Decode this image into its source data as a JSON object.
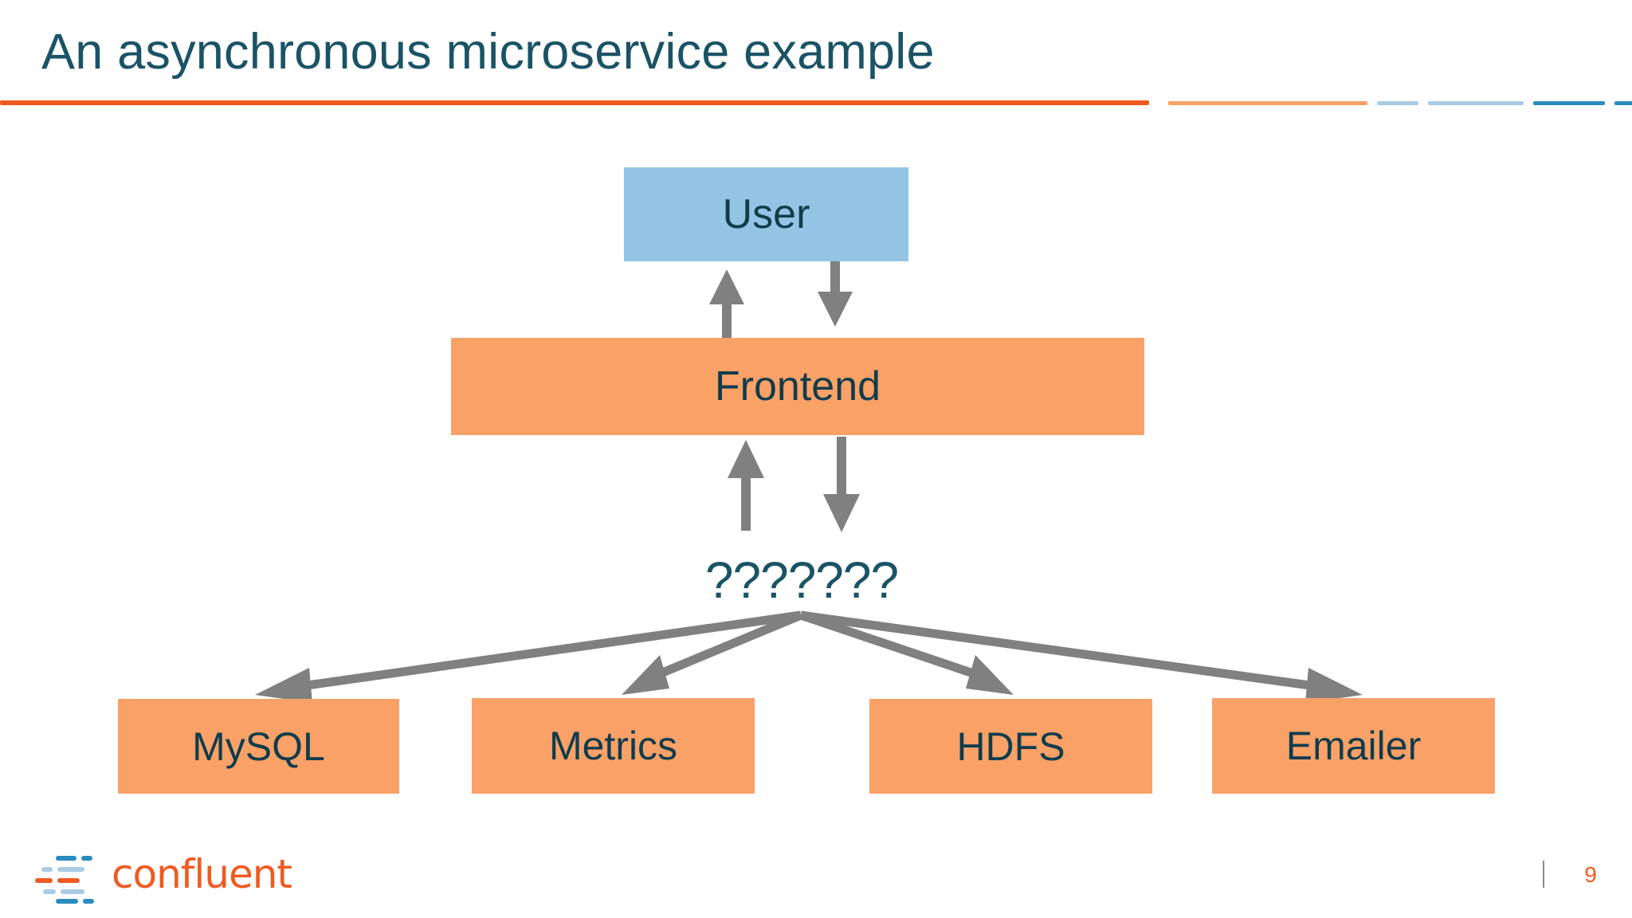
{
  "slide": {
    "title": "An asynchronous microservice example",
    "page_number": "9",
    "title_color": "#1B5366",
    "rule_color": "#EE5B21"
  },
  "decor": {
    "segments": [
      {
        "name": "rule-main",
        "color": "#EE5B21"
      },
      {
        "name": "rule-seg-2",
        "color": "#F6A268"
      },
      {
        "name": "rule-seg-3",
        "color": "#A9CBE3"
      },
      {
        "name": "rule-seg-4",
        "color": "#A9CBE3"
      },
      {
        "name": "rule-seg-5",
        "color": "#2A8BBE"
      },
      {
        "name": "rule-seg-6",
        "color": "#2A8BBE"
      }
    ]
  },
  "diagram": {
    "type": "flow",
    "arrow_color": "#808080",
    "box_blue": "#93C4E3",
    "box_orange": "#F9A167",
    "text_color": "#103C4C",
    "nodes": [
      {
        "id": "user",
        "label": "User",
        "style": "blue"
      },
      {
        "id": "frontend",
        "label": "Frontend",
        "style": "orange"
      },
      {
        "id": "unknown",
        "label": "???????",
        "style": "text"
      },
      {
        "id": "mysql",
        "label": "MySQL",
        "style": "orange"
      },
      {
        "id": "metrics",
        "label": "Metrics",
        "style": "orange"
      },
      {
        "id": "hdfs",
        "label": "HDFS",
        "style": "orange"
      },
      {
        "id": "emailer",
        "label": "Emailer",
        "style": "orange"
      }
    ],
    "edges": [
      {
        "from": "frontend",
        "to": "user",
        "direction": "up"
      },
      {
        "from": "user",
        "to": "frontend",
        "direction": "down"
      },
      {
        "from": "unknown",
        "to": "frontend",
        "direction": "up"
      },
      {
        "from": "frontend",
        "to": "unknown",
        "direction": "down"
      },
      {
        "from": "unknown",
        "to": "mysql",
        "direction": "fan-out"
      },
      {
        "from": "unknown",
        "to": "metrics",
        "direction": "fan-out"
      },
      {
        "from": "unknown",
        "to": "hdfs",
        "direction": "fan-out"
      },
      {
        "from": "unknown",
        "to": "emailer",
        "direction": "fan-out"
      }
    ]
  },
  "footer": {
    "logo_text": "confluent",
    "logo_color": "#EE5B21",
    "logo_mark_colors": [
      "#2A8BBE",
      "#A9CBE3",
      "#EE5B21",
      "#A9CBE3",
      "#2A8BBE"
    ],
    "page_number": "9"
  }
}
